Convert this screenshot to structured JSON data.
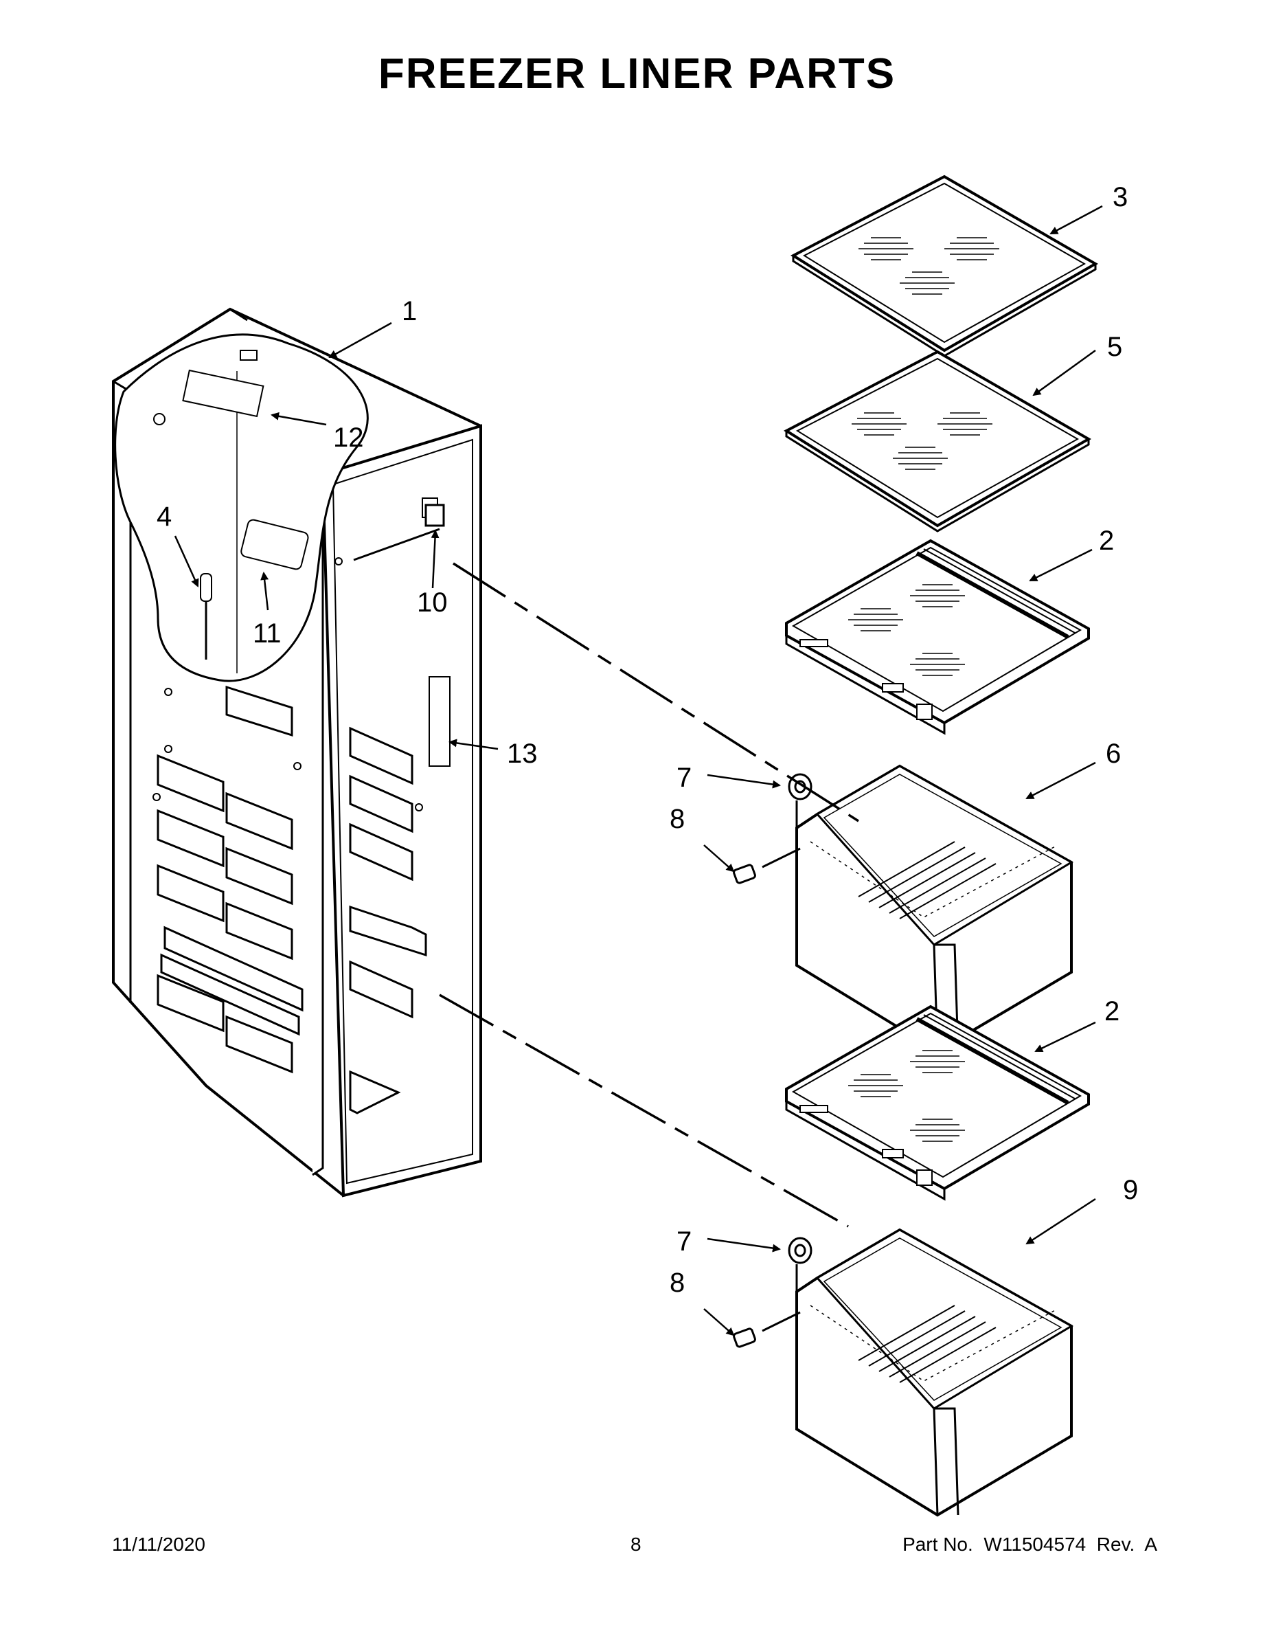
{
  "title": "FREEZER LINER PARTS",
  "callouts": [
    "1",
    "2",
    "2",
    "3",
    "4",
    "5",
    "6",
    "7",
    "7",
    "8",
    "8",
    "9",
    "10",
    "11",
    "12",
    "13"
  ],
  "footer": {
    "date": "11/11/2020",
    "page": "8",
    "part_number": "Part No.  W11504574  Rev.  A"
  },
  "colors": {
    "line": "#000000",
    "fill": "#ffffff",
    "accent": "#e0e0e0"
  }
}
